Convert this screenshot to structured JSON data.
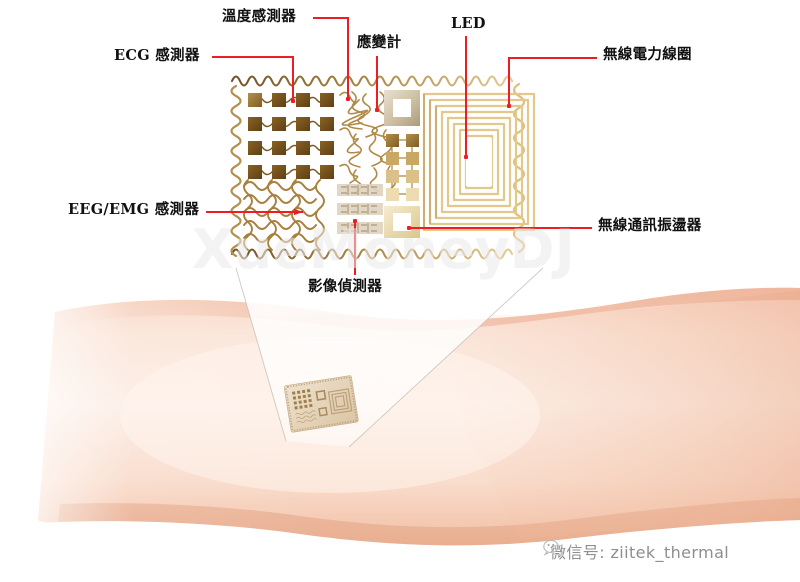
{
  "figure": {
    "title": "Epidermal electronic sensor patch on skin",
    "accent_leader_color": "#ee1c25",
    "label_text_color": "#111111",
    "gold_light": "#e6cf92",
    "gold_mid": "#c9a45c",
    "gold_dark": "#7a5a2e",
    "skin_light": "#fbe3d6",
    "skin_mid": "#f6c6ae",
    "skin_dark": "#e8a98c"
  },
  "labels": [
    {
      "id": "ecg",
      "text": "ECG 感測器",
      "script": "mixed"
    },
    {
      "id": "temperature",
      "text": "溫度感測器",
      "script": "han"
    },
    {
      "id": "strain",
      "text": "應變計",
      "script": "han"
    },
    {
      "id": "led",
      "text": "LED",
      "script": "latin"
    },
    {
      "id": "power-coil",
      "text": "無線電力線圈",
      "script": "han"
    },
    {
      "id": "eeg-emg",
      "text": "EEG/EMG 感測器",
      "script": "mixed"
    },
    {
      "id": "oscillator",
      "text": "無線通訊振盪器",
      "script": "han"
    },
    {
      "id": "photodetector",
      "text": "影像偵測器",
      "script": "han"
    }
  ],
  "watermarks": {
    "center": "XueMoneyDJ",
    "wechat_text": "微信号: ziitek_thermal",
    "wechat_icon": "wechat-icon"
  },
  "device": {
    "ecg_array_rows": 4,
    "ecg_array_cols": 4,
    "coil_turns": 8,
    "serpentine_rows": 9
  }
}
